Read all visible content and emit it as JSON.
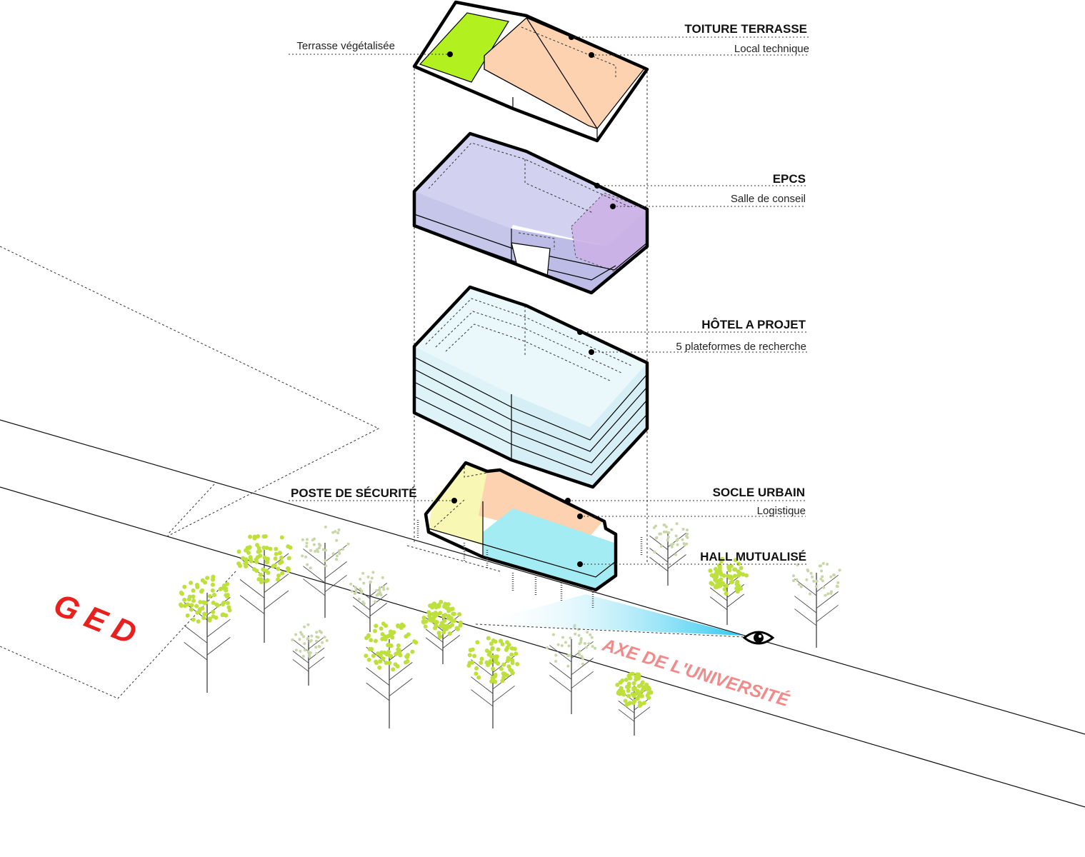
{
  "labels": {
    "toiture": {
      "title": "TOITURE TERRASSE",
      "sub": "Local technique"
    },
    "terrasse": "Terrasse végétalisée",
    "epcs": {
      "title": "EPCS",
      "sub": "Salle de conseil"
    },
    "hotel": {
      "title": "HÔTEL  A  PROJET",
      "sub": "5 plateformes de recherche"
    },
    "socle": {
      "title": "SOCLE  URBAIN",
      "sub": "Logistique"
    },
    "poste": "POSTE DE SÉCURITÉ",
    "hall": "HALL  MUTUALISÉ"
  },
  "site": {
    "ged": "G E D",
    "axe": "AXE  DE  L'UNIVERSITÉ"
  },
  "icons": [
    "eye-icon",
    "tree-icon"
  ],
  "colors": {
    "roof_green": "#b2f020",
    "roof_orange": "#fcd2b0",
    "epcs_fill": "#c8c8ec",
    "salle_fill": "#cdb0e6",
    "hotel_fill": "#e4f6fa",
    "socle_yellow": "#f8f7b4",
    "socle_orange": "#fcd2b0",
    "socle_cyan": "#a4ecf4",
    "ged_red": "#e8201e",
    "axe_pink": "#f28a8a",
    "tree_green": "#bde03c"
  }
}
